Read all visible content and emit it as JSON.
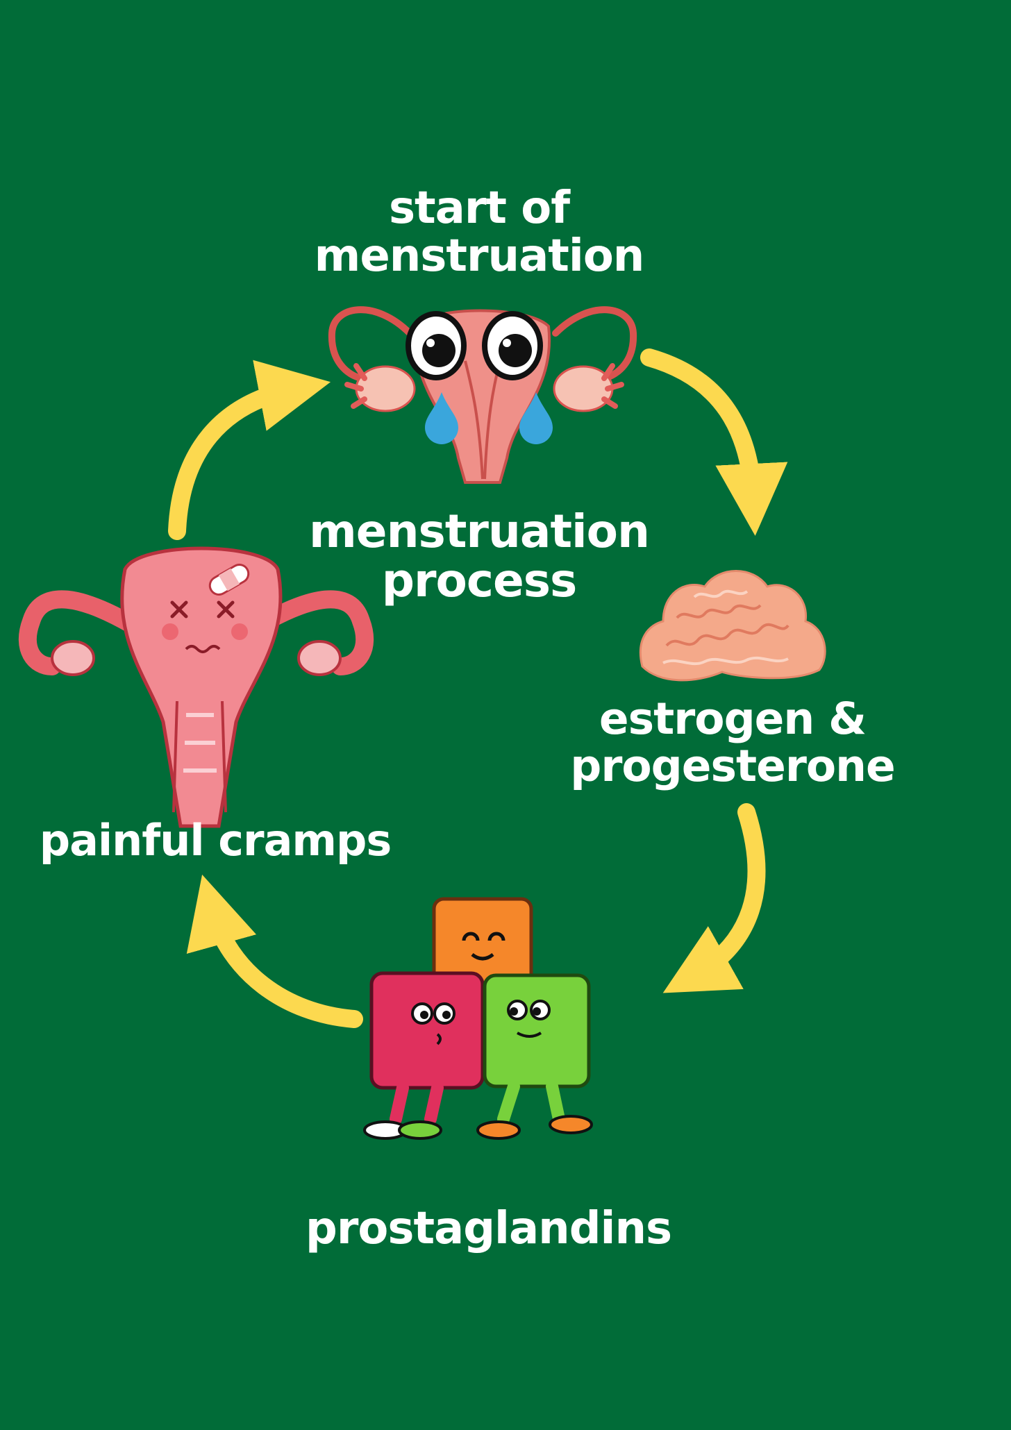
{
  "diagram": {
    "type": "cycle",
    "center_label": [
      "menstruation",
      "process"
    ],
    "stages": [
      {
        "id": "start",
        "label": [
          "start of",
          "menstruation"
        ],
        "icon": "crying-uterus-icon"
      },
      {
        "id": "hormones",
        "label": [
          "estrogen &",
          "progesterone"
        ],
        "icon": "uterine-lining-tissue-icon"
      },
      {
        "id": "prostaglandins",
        "label": [
          "prostaglandins"
        ],
        "icon": "cube-characters-icon"
      },
      {
        "id": "cramps",
        "label": [
          "painful cramps"
        ],
        "icon": "hurt-uterus-icon"
      }
    ],
    "arrows": [
      {
        "from": "start",
        "to": "hormones"
      },
      {
        "from": "hormones",
        "to": "prostaglandins"
      },
      {
        "from": "prostaglandins",
        "to": "cramps"
      },
      {
        "from": "cramps",
        "to": "start"
      }
    ]
  },
  "colors": {
    "background": "#016c38",
    "arrow": "#fcd94f",
    "text": "#ffffff",
    "uterus": "#f0837c",
    "tear": "#3aa6dc",
    "tissue": "#f4a98a",
    "cube_orange": "#f5872a",
    "cube_pink": "#e0305d",
    "cube_green": "#78d13c"
  }
}
